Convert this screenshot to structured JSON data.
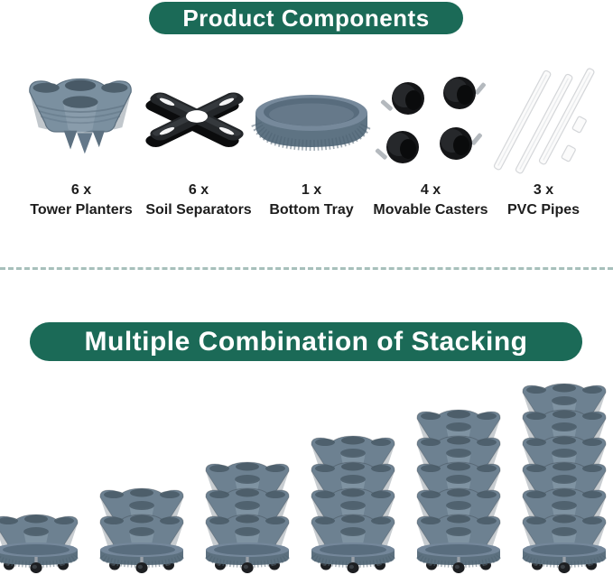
{
  "page": {
    "background": "#ffffff",
    "accent_green": "#1b6a57",
    "planter_color": "#6d8191",
    "divider_color": "#a7c0bb"
  },
  "sections": {
    "components": {
      "title": "Product Components",
      "items": [
        {
          "qty": "6 x",
          "name": "Tower Planters",
          "icon": "tower-planter-icon"
        },
        {
          "qty": "6 x",
          "name": "Soil Separators",
          "icon": "soil-separator-icon"
        },
        {
          "qty": "1 x",
          "name": "Bottom Tray",
          "icon": "bottom-tray-icon"
        },
        {
          "qty": "4 x",
          "name": "Movable Casters",
          "icon": "casters-icon"
        },
        {
          "qty": "3 x",
          "name": "PVC Pipes",
          "icon": "pvc-pipes-icon"
        }
      ]
    },
    "stacking": {
      "title": "Multiple Combination of Stacking",
      "stacks": [
        {
          "tiers": 1
        },
        {
          "tiers": 2
        },
        {
          "tiers": 3
        },
        {
          "tiers": 4
        },
        {
          "tiers": 5
        },
        {
          "tiers": 6
        }
      ]
    }
  }
}
